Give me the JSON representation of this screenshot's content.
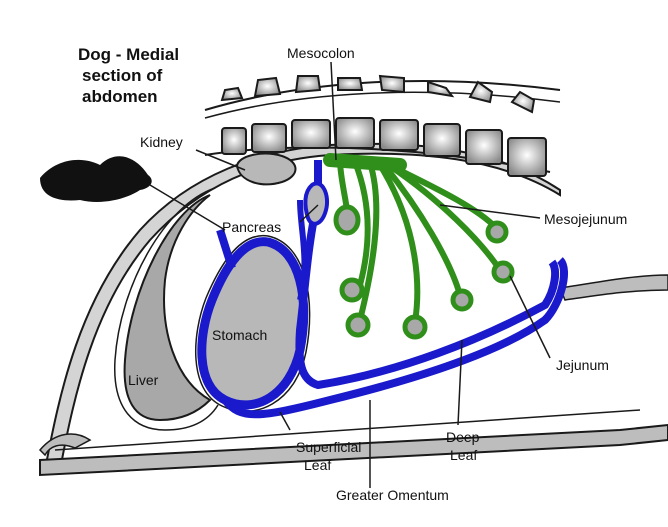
{
  "title": {
    "line1": "Dog - Medial",
    "line2": "section of",
    "line3": "abdomen"
  },
  "labels": {
    "mesocolon": "Mesocolon",
    "kidney": "Kidney",
    "pancreas": "Pancreas",
    "mesojejunum": "Mesojejunum",
    "stomach": "Stomach",
    "liver": "Liver",
    "jejunum": "Jejunum",
    "superficial_line1": "Superficial",
    "superficial_line2": "Leaf",
    "deep_line1": "Deep",
    "deep_line2": "Leaf",
    "greater_omentum": "Greater Omentum"
  },
  "colors": {
    "omentum": "#1a1acc",
    "mesentery": "#2f8f1a",
    "organ": "#b8b8b8",
    "outline": "#1a1a1a"
  }
}
